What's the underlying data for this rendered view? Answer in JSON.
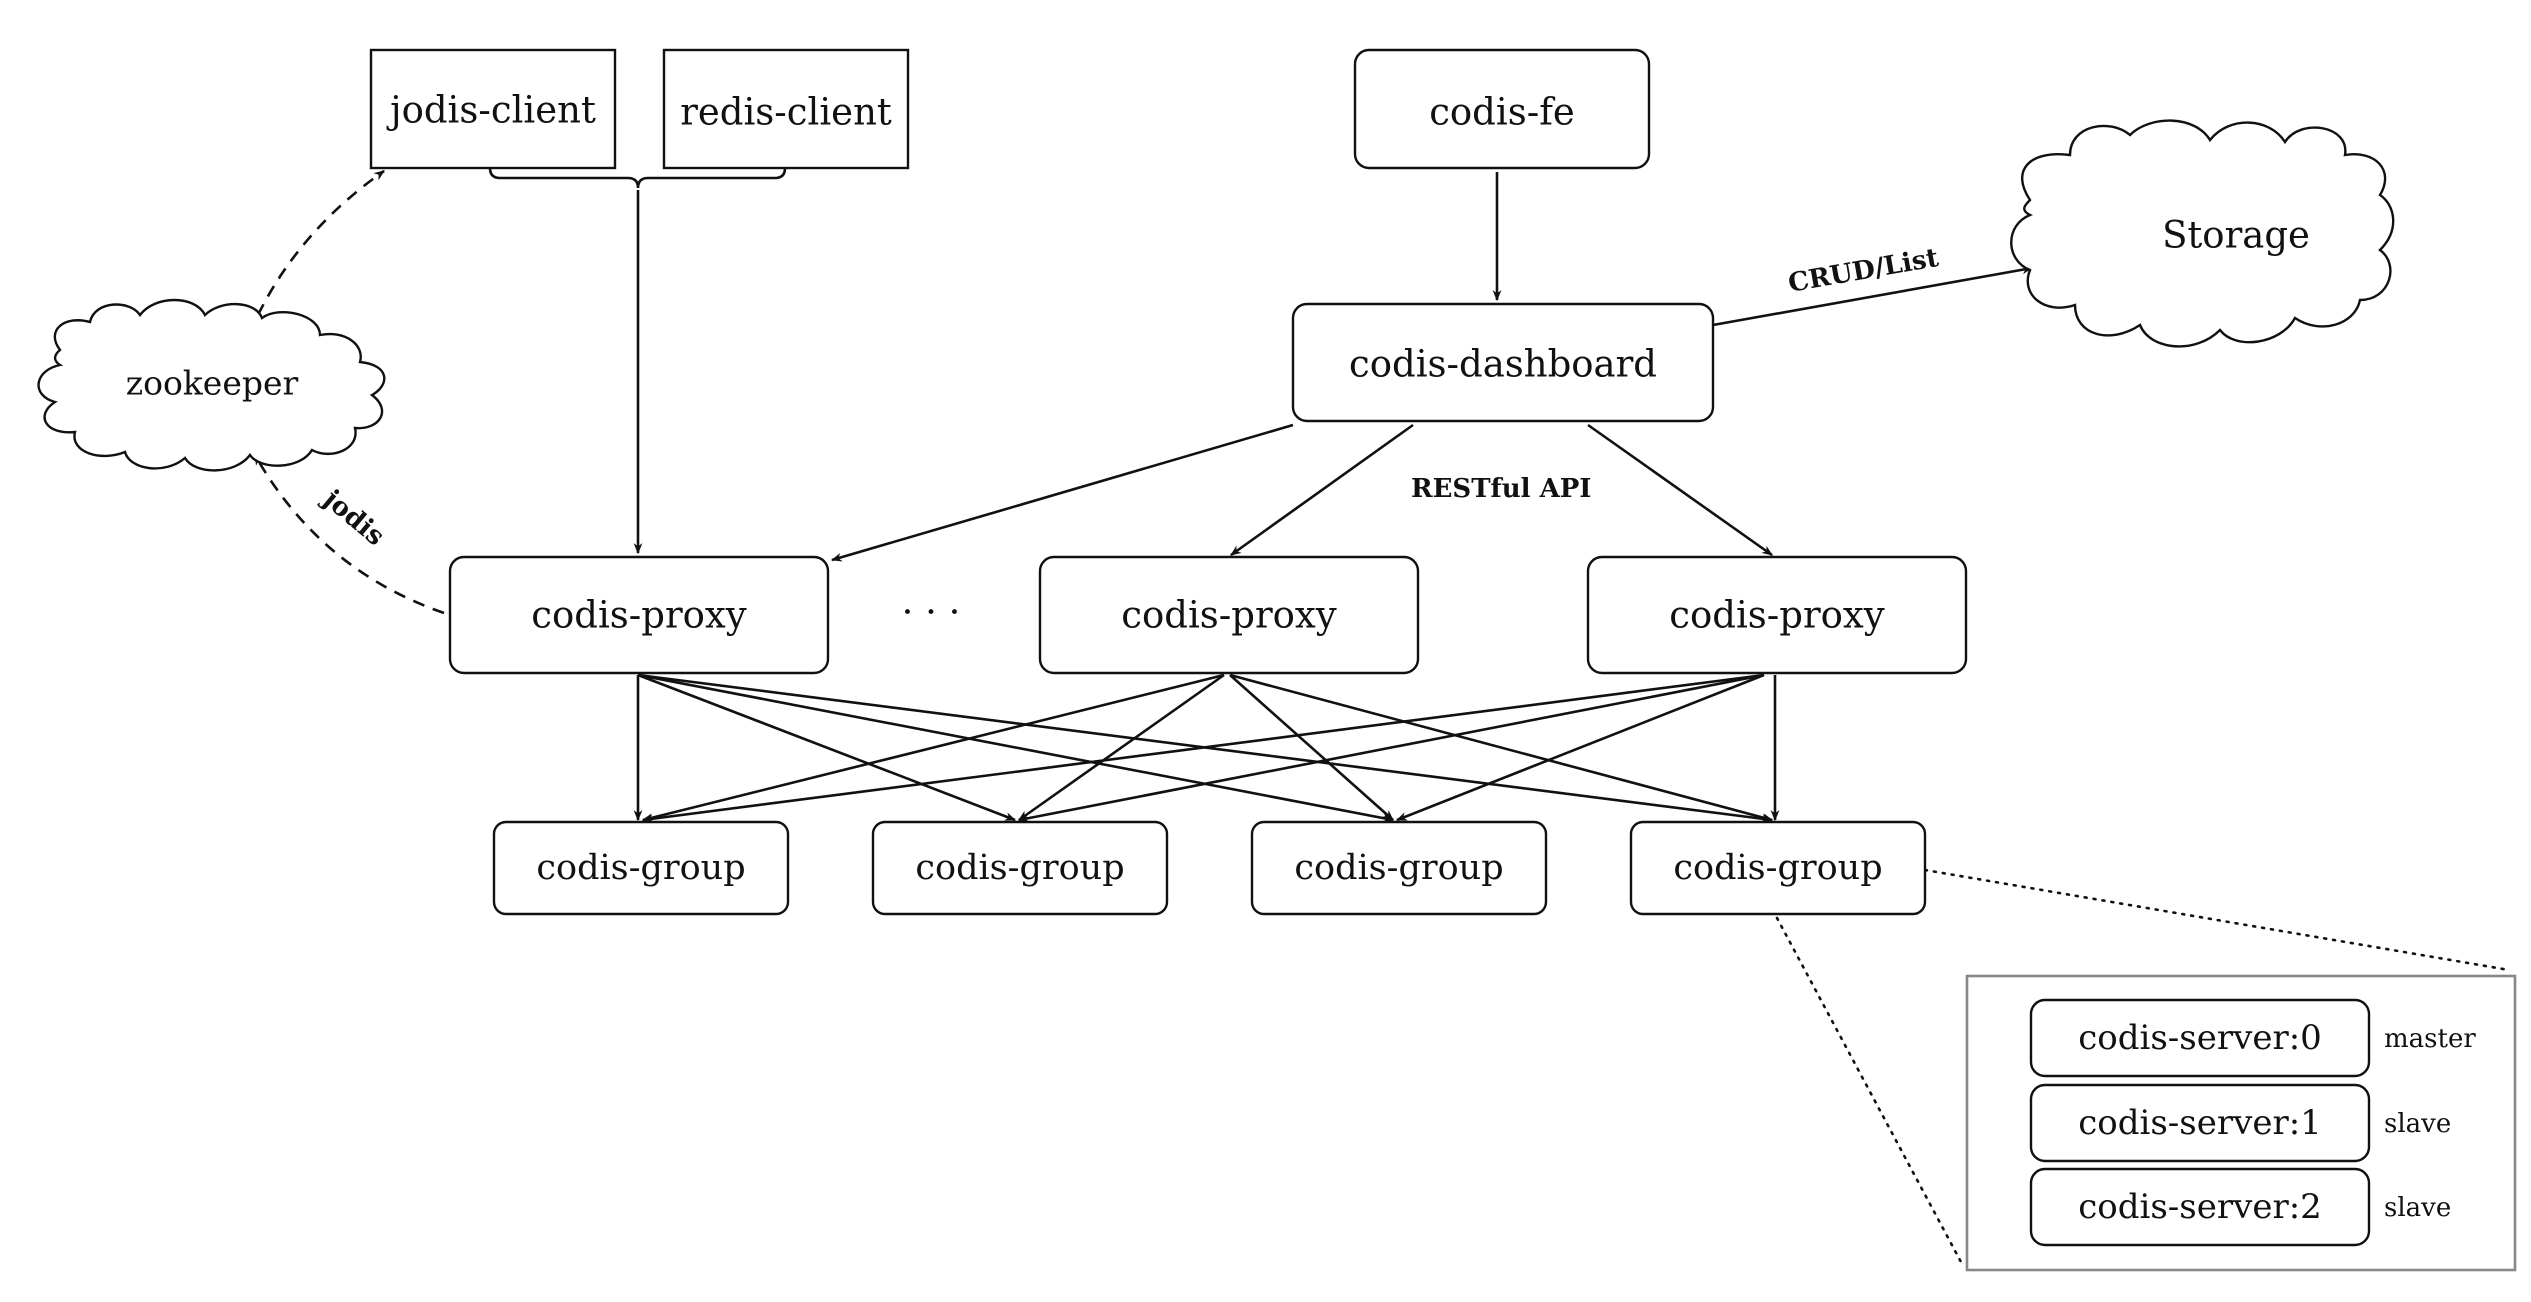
{
  "nodes": {
    "jodis_client": "jodis-client",
    "redis_client": "redis-client",
    "codis_fe": "codis-fe",
    "storage": "Storage",
    "zookeeper": "zookeeper",
    "codis_dashboard": "codis-dashboard",
    "proxies": [
      "codis-proxy",
      "codis-proxy",
      "codis-proxy"
    ],
    "ellipsis": "· · ·",
    "groups": [
      "codis-group",
      "codis-group",
      "codis-group",
      "codis-group"
    ],
    "servers": [
      {
        "name": "codis-server:0",
        "role": "master"
      },
      {
        "name": "codis-server:1",
        "role": "slave"
      },
      {
        "name": "codis-server:2",
        "role": "slave"
      }
    ]
  },
  "edge_labels": {
    "crud": "CRUD/List",
    "restful": "RESTful API",
    "jodis": "jodis"
  },
  "colors": {
    "stroke": "#111111",
    "panel_border": "#888888",
    "background": "#ffffff"
  }
}
